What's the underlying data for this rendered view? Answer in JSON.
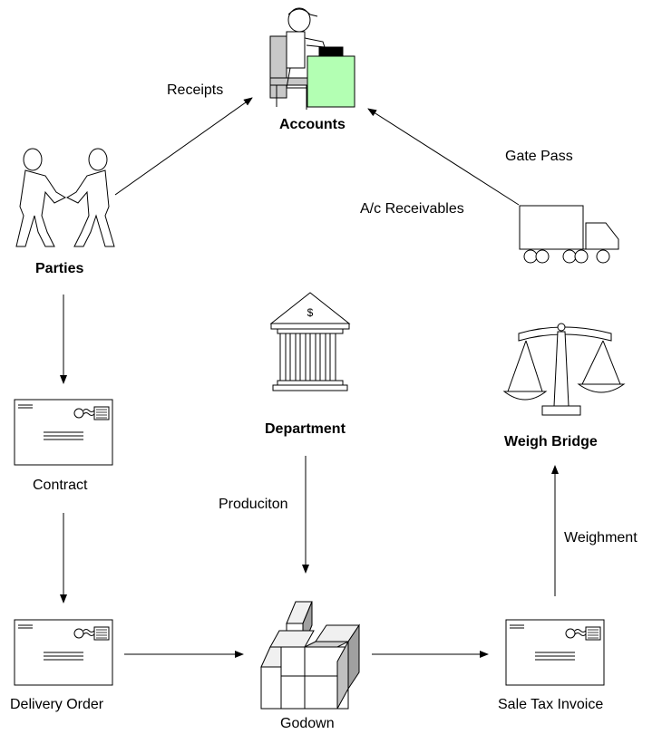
{
  "nodes": {
    "accounts": "Accounts",
    "parties": "Parties",
    "contract": "Contract",
    "delivery_order": "Delivery Order",
    "department": "Department",
    "godown": "Godown",
    "sale_tax_invoice": "Sale Tax Invoice",
    "weigh_bridge": "Weigh Bridge"
  },
  "edges": {
    "receipts": "Receipts",
    "gate_pass": "Gate Pass",
    "ac_receivables": "A/c Receivables",
    "produciton": "Produciton",
    "weighment": "Weighment"
  },
  "colors": {
    "desk_green": "#b3ffb3",
    "line": "#000000"
  },
  "icons": {
    "accounts": "accountant-at-desk-icon",
    "parties": "handshake-people-icon",
    "contract": "envelope-icon",
    "delivery_order": "envelope-icon",
    "sale_tax_invoice": "envelope-icon",
    "department": "bank-building-icon",
    "godown": "stacked-boxes-icon",
    "weigh_bridge": "balance-scale-icon",
    "truck": "truck-icon"
  }
}
